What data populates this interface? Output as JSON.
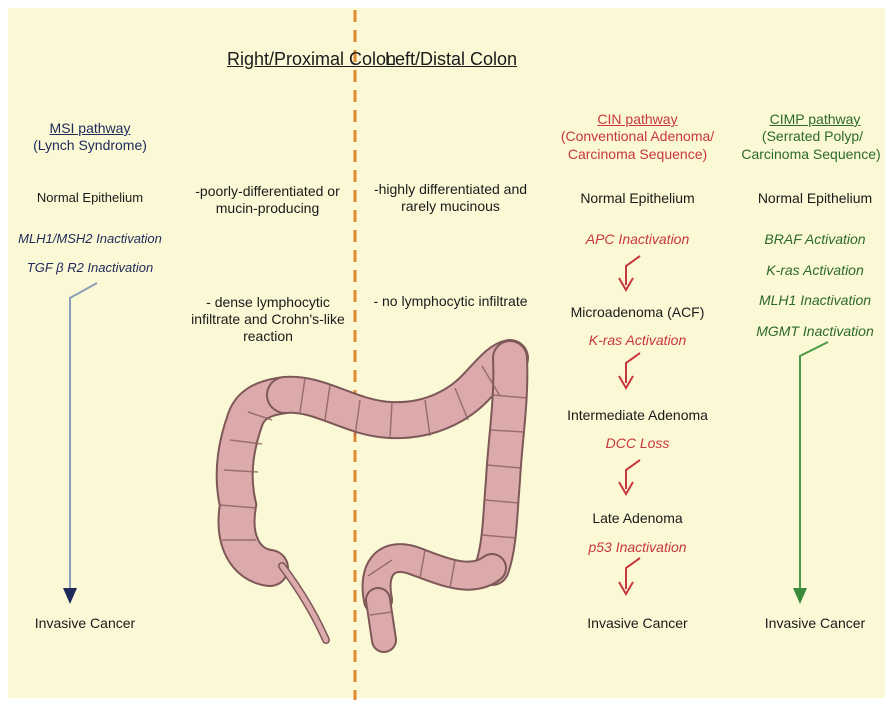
{
  "headings": {
    "right_colon": "Right/Proximal Colon",
    "left_colon": "Left/Distal Colon"
  },
  "msi": {
    "title": "MSI pathway",
    "subtitle": "(Lynch Syndrome)",
    "steps": [
      "Normal Epithelium",
      "MLH1/MSH2 Inactivation",
      "TGF β R2 Inactivation"
    ],
    "end": "Invasive Cancer"
  },
  "right_features": {
    "f1_line1": "-poorly-differentiated or",
    "f1_line2": "mucin-producing",
    "f2_line1": "- dense lymphocytic",
    "f2_line2": "infiltrate and Crohn's-like",
    "f2_line3": "reaction"
  },
  "left_features": {
    "f1_line1": "-highly differentiated and",
    "f1_line2": "rarely mucinous",
    "f2_line1": "- no lymphocytic infiltrate"
  },
  "cin": {
    "title": "CIN pathway",
    "subtitle_line1": "(Conventional Adenoma/",
    "subtitle_line2": "Carcinoma Sequence)",
    "stage1": "Normal Epithelium",
    "event1": "APC Inactivation",
    "stage2": "Microadenoma (ACF)",
    "event2": "K-ras Activation",
    "stage3": "Intermediate Adenoma",
    "event3": "DCC Loss",
    "stage4": "Late Adenoma",
    "event4": "p53 Inactivation",
    "end": "Invasive Cancer"
  },
  "cimp": {
    "title": "CIMP pathway",
    "subtitle_line1": "(Serrated Polyp/",
    "subtitle_line2": "Carcinoma Sequence)",
    "stage1": "Normal Epithelium",
    "events": [
      "BRAF Activation",
      "K-ras Activation",
      "MLH1 Inactivation",
      "MGMT Inactivation"
    ],
    "end": "Invasive Cancer"
  },
  "colors": {
    "background": "#fbf8d6",
    "divider": "#e08a2c",
    "cin_red": "#c8373b",
    "cimp_green": "#2c6a2c",
    "msi_navy": "#1d2a5a",
    "colon": "#d9a7a7"
  },
  "illustration": "colon-anatomy-illustration"
}
